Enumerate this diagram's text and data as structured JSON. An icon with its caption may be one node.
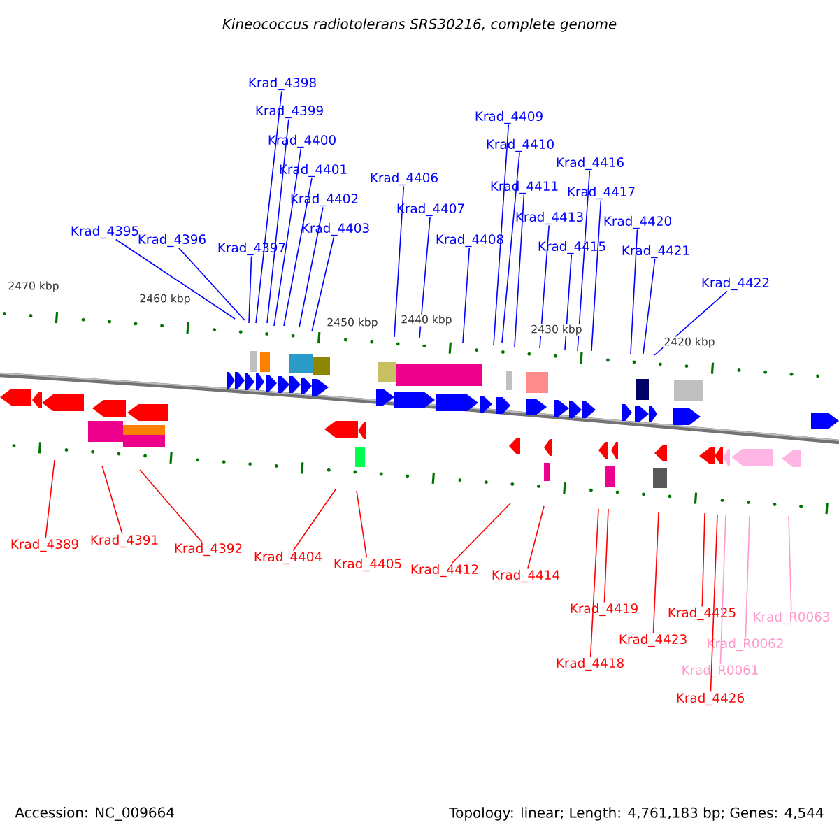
{
  "diagram": {
    "title": "Kineococcus radiotolerans SRS30216, complete genome",
    "nodes": [
      {
        "text": [
          "Krad_4395"
        ]
      },
      {
        "text": [
          "Krad_4396"
        ]
      },
      {
        "text": [
          "Krad_4397"
        ]
      },
      {
        "text": [
          "Krad_4398"
        ]
      },
      {
        "text": [
          "Krad_4399"
        ]
      },
      {
        "text": [
          "Krad_4400"
        ]
      },
      {
        "text": [
          "Krad_4401"
        ]
      },
      {
        "text": [
          "Krad_4402"
        ]
      },
      {
        "text": [
          "Krad_4403"
        ]
      },
      {
        "text": [
          "Krad_4406"
        ]
      },
      {
        "text": [
          "Krad_4407"
        ]
      },
      {
        "text": [
          "Krad_4408"
        ]
      },
      {
        "text": [
          "Krad_4409"
        ]
      },
      {
        "text": [
          "Krad_4410"
        ]
      },
      {
        "text": [
          "Krad_4411"
        ]
      },
      {
        "text": [
          "Krad_4413"
        ]
      },
      {
        "text": [
          "Krad_4415"
        ]
      },
      {
        "text": [
          "Krad_4416"
        ]
      },
      {
        "text": [
          "Krad_4417"
        ]
      },
      {
        "text": [
          "Krad_4420"
        ]
      },
      {
        "text": [
          "Krad_4421"
        ]
      },
      {
        "text": [
          "Krad_4422"
        ]
      },
      {
        "text": [
          "Krad_4389"
        ]
      },
      {
        "text": [
          "Krad_4391"
        ]
      },
      {
        "text": [
          "Krad_4392"
        ]
      },
      {
        "text": [
          "Krad_4404"
        ]
      },
      {
        "text": [
          "Krad_4405"
        ]
      },
      {
        "text": [
          "Krad_4412"
        ]
      },
      {
        "text": [
          "Krad_4414"
        ]
      },
      {
        "text": [
          "Krad_4418"
        ]
      },
      {
        "text": [
          "Krad_4419"
        ]
      },
      {
        "text": [
          "Krad_4423"
        ]
      },
      {
        "text": [
          "Krad_4425"
        ]
      },
      {
        "text": [
          "Krad_4426"
        ]
      },
      {
        "text": [
          "Krad_R0061"
        ]
      },
      {
        "text": [
          "Krad_R0062"
        ]
      },
      {
        "text": [
          "Krad_R0063"
        ]
      }
    ],
    "edges": [
      {
        "from": 0,
        "to": null,
        "arrow": "none"
      },
      {
        "from": 1,
        "to": null,
        "arrow": "none"
      },
      {
        "from": 2,
        "to": null,
        "arrow": "none"
      },
      {
        "from": 3,
        "to": null,
        "arrow": "none"
      },
      {
        "from": 4,
        "to": null,
        "arrow": "none"
      },
      {
        "from": 5,
        "to": null,
        "arrow": "none"
      },
      {
        "from": 6,
        "to": null,
        "arrow": "none"
      },
      {
        "from": 7,
        "to": null,
        "arrow": "none"
      },
      {
        "from": 8,
        "to": null,
        "arrow": "none"
      },
      {
        "from": 9,
        "to": null,
        "arrow": "none"
      },
      {
        "from": 10,
        "to": null,
        "arrow": "none"
      },
      {
        "from": 11,
        "to": null,
        "arrow": "none"
      },
      {
        "from": 12,
        "to": null,
        "arrow": "none"
      },
      {
        "from": 13,
        "to": null,
        "arrow": "none"
      },
      {
        "from": 14,
        "to": null,
        "arrow": "none"
      },
      {
        "from": 15,
        "to": null,
        "arrow": "none"
      },
      {
        "from": 16,
        "to": null,
        "arrow": "none"
      },
      {
        "from": 17,
        "to": null,
        "arrow": "none"
      },
      {
        "from": 18,
        "to": null,
        "arrow": "none"
      },
      {
        "from": 19,
        "to": null,
        "arrow": "none"
      },
      {
        "from": 20,
        "to": null,
        "arrow": "none"
      },
      {
        "from": 21,
        "to": null,
        "arrow": "none"
      },
      {
        "from": 22,
        "to": null,
        "arrow": "none",
        "color": "#ff0000"
      },
      {
        "from": 23,
        "to": null,
        "arrow": "none",
        "color": "#ff0000"
      },
      {
        "from": 24,
        "to": null,
        "arrow": "none",
        "color": "#ff0000"
      },
      {
        "from": 25,
        "to": null,
        "arrow": "none",
        "color": "#ff0000"
      },
      {
        "from": 26,
        "to": null,
        "arrow": "none",
        "color": "#ff0000"
      },
      {
        "from": 27,
        "to": null,
        "arrow": "none",
        "color": "#ff0000"
      },
      {
        "from": 28,
        "to": null,
        "arrow": "none",
        "color": "#ff0000"
      },
      {
        "from": 29,
        "to": null,
        "arrow": "none",
        "color": "#ff0000"
      },
      {
        "from": 30,
        "to": null,
        "arrow": "none",
        "color": "#ff0000"
      },
      {
        "from": 31,
        "to": null,
        "arrow": "none",
        "color": "#ff0000"
      },
      {
        "from": 32,
        "to": null,
        "arrow": "none",
        "color": "#ff0000"
      },
      {
        "from": 33,
        "to": null,
        "arrow": "none",
        "color": "#ff0000"
      },
      {
        "from": 34,
        "to": null,
        "arrow": "none",
        "color": "#ff99cc"
      },
      {
        "from": 35,
        "to": null,
        "arrow": "none",
        "color": "#ff99cc"
      },
      {
        "from": 36,
        "to": null,
        "arrow": "none",
        "color": "#ff99cc"
      }
    ],
    "labels": [
      "2470 kbp",
      "2460 kbp",
      "2450 kbp",
      "2440 kbp",
      "2430 kbp",
      "2420 kbp",
      "Accession: NC_009664",
      "Topology: linear; Length: 4,761,183 bp; Genes: 4,544"
    ]
  }
}
